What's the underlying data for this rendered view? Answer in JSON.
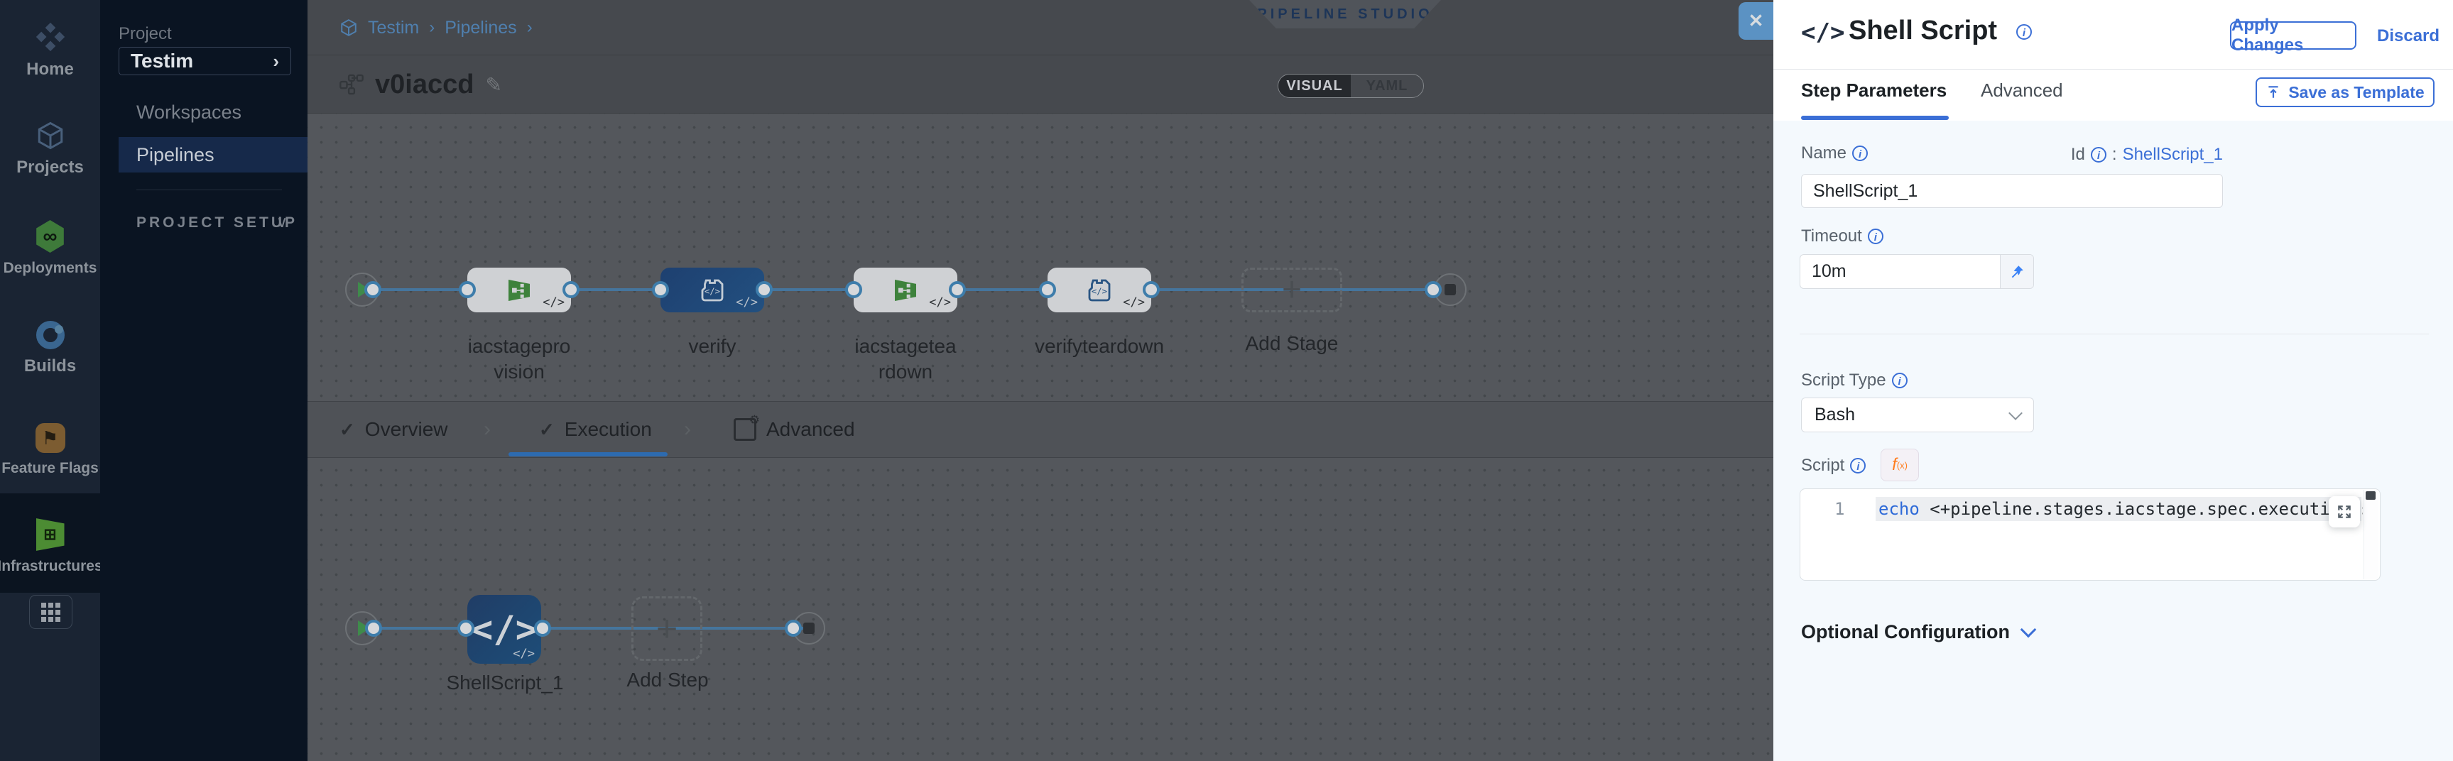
{
  "icons": {
    "check": "✓",
    "chevron_right": "›",
    "chevron_down": "∨",
    "close": "✕",
    "plus": "+",
    "pencil": "✎",
    "code": "</>",
    "info": "i",
    "infinity": "∞",
    "flag": "⚑",
    "gear": "⚙",
    "grid": "⊞",
    "fx_main": "f",
    "fx_sub": "(x)",
    "colon": ":"
  },
  "sidebar": {
    "items": [
      {
        "label": "Home",
        "icon": "harness-logo-icon"
      },
      {
        "label": "Projects",
        "icon": "cube-icon"
      },
      {
        "label": "Deployments",
        "icon": "deployments-hexagon-icon"
      },
      {
        "label": "Builds",
        "icon": "builds-icon"
      },
      {
        "label": "Feature Flags",
        "icon": "feature-flags-icon"
      },
      {
        "label": "Infrastructures",
        "icon": "infrastructures-icon"
      }
    ]
  },
  "project_panel": {
    "section_label": "Project",
    "project_name": "Testim",
    "workspaces_label": "Workspaces",
    "pipelines_label": "Pipelines",
    "setup_label": "PROJECT SETUP"
  },
  "header": {
    "breadcrumb": [
      "Testim",
      "Pipelines"
    ],
    "studio_badge": "PIPELINE STUDIO",
    "pipeline_name": "v0iaccd",
    "view_toggle": {
      "options": [
        "VISUAL",
        "YAML"
      ],
      "selected": "VISUAL"
    }
  },
  "stage_graph": {
    "nodes": [
      {
        "label": "iacstageprovision",
        "type": "infrastructure",
        "selected": false
      },
      {
        "label": "verify",
        "type": "custom",
        "selected": true
      },
      {
        "label": "iacstageteardown",
        "type": "infrastructure",
        "selected": false
      },
      {
        "label": "verifyteardown",
        "type": "custom",
        "selected": false
      }
    ],
    "add_stage_label": "Add Stage"
  },
  "stage_tabs": {
    "items": [
      {
        "label": "Overview",
        "checked": true,
        "active": false
      },
      {
        "label": "Execution",
        "checked": true,
        "active": true
      },
      {
        "label": "Advanced",
        "checked": false,
        "active": false
      }
    ]
  },
  "execution_graph": {
    "step_label": "ShellScript_1",
    "add_step_label": "Add Step"
  },
  "drawer": {
    "title": "Shell Script",
    "apply_label": "Apply Changes",
    "discard_label": "Discard",
    "tabs": [
      "Step Parameters",
      "Advanced"
    ],
    "save_template_label": "Save as Template",
    "fields": {
      "name_label": "Name",
      "name_value": "ShellScript_1",
      "id_label": "Id",
      "id_value": "ShellScript_1",
      "timeout_label": "Timeout",
      "timeout_value": "10m",
      "script_type_label": "Script Type",
      "script_type_value": "Bash",
      "script_label": "Script"
    },
    "editor": {
      "line_number": "1",
      "code_keyword": "echo",
      "code_rest": " <+pipeline.stages.iacstage.spec.execution.steps.appl"
    },
    "optional_config_label": "Optional Configuration"
  },
  "colors": {
    "accent_blue": "#3b6fd6",
    "selected_node_blue": "#1e4070",
    "infra_icon_green": "#3e823c",
    "close_button_blue": "#5b92c3",
    "fx_orange": "#ff7d1f",
    "link_steel_blue": "#45759d"
  }
}
